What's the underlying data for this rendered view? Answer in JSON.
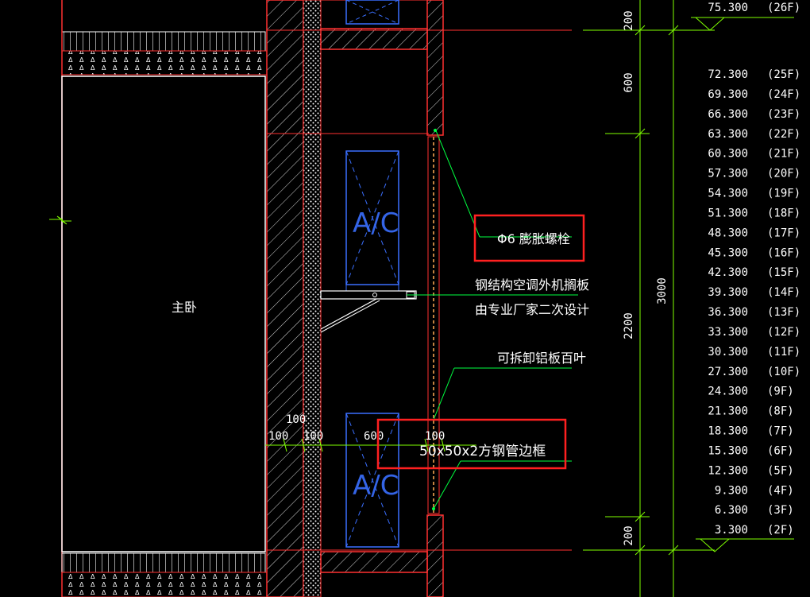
{
  "room_label": "主卧",
  "callouts": {
    "bolt": "Φ6 膨胀螺栓",
    "shelf_line1": "钢结构空调外机搁板",
    "shelf_line2": "由专业厂家二次设计",
    "louver": "可拆卸铝板百叶",
    "frame": "50x50x2方钢管边框"
  },
  "ac_label": "A/C",
  "dimensions": {
    "d100_a": "100",
    "d100_b": "100",
    "d100_c": "100",
    "d600": "600",
    "d100_d": "100",
    "v200_top": "200",
    "v600": "600",
    "v2200": "2200",
    "v200_bot": "200",
    "v3000": "3000"
  },
  "levels": [
    {
      "elev": "75.300",
      "floor": "(26F)"
    },
    {
      "elev": "72.300",
      "floor": "(25F)"
    },
    {
      "elev": "69.300",
      "floor": "(24F)"
    },
    {
      "elev": "66.300",
      "floor": "(23F)"
    },
    {
      "elev": "63.300",
      "floor": "(22F)"
    },
    {
      "elev": "60.300",
      "floor": "(21F)"
    },
    {
      "elev": "57.300",
      "floor": "(20F)"
    },
    {
      "elev": "54.300",
      "floor": "(19F)"
    },
    {
      "elev": "51.300",
      "floor": "(18F)"
    },
    {
      "elev": "48.300",
      "floor": "(17F)"
    },
    {
      "elev": "45.300",
      "floor": "(16F)"
    },
    {
      "elev": "42.300",
      "floor": "(15F)"
    },
    {
      "elev": "39.300",
      "floor": "(14F)"
    },
    {
      "elev": "36.300",
      "floor": "(13F)"
    },
    {
      "elev": "33.300",
      "floor": "(12F)"
    },
    {
      "elev": "30.300",
      "floor": "(11F)"
    },
    {
      "elev": "27.300",
      "floor": "(10F)"
    },
    {
      "elev": "24.300",
      "floor": "(9F)"
    },
    {
      "elev": "21.300",
      "floor": "(8F)"
    },
    {
      "elev": "18.300",
      "floor": "(7F)"
    },
    {
      "elev": "15.300",
      "floor": "(6F)"
    },
    {
      "elev": "12.300",
      "floor": "(5F)"
    },
    {
      "elev": "9.300",
      "floor": "(4F)"
    },
    {
      "elev": "6.300",
      "floor": "(3F)"
    },
    {
      "elev": "3.300",
      "floor": "(2F)"
    }
  ],
  "colors": {
    "background": "#000000",
    "wall": "#ff3030",
    "text": "#ffffff",
    "dimension": "#7fff00",
    "equipment": "#3a6fff",
    "highlight": "#ff2020",
    "leader": "#00ff40"
  }
}
